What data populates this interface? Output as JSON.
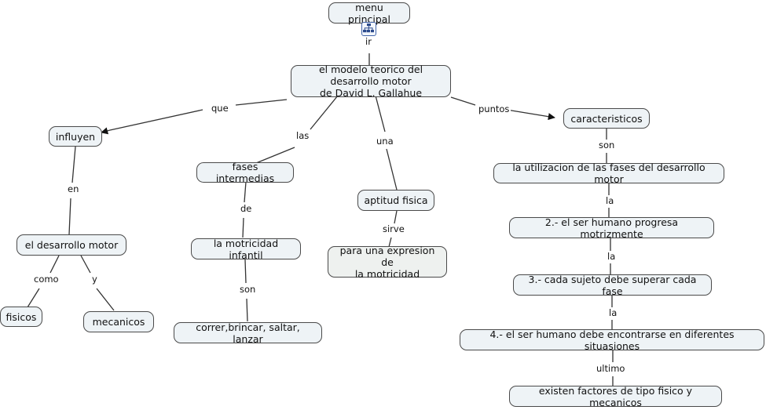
{
  "map": {
    "title": "el modelo teorico del desarrollo motor de David L. Gallahue",
    "background_color": "#ffffff",
    "node_fill": "#eef3f6",
    "node_fill_alt": "#eef1ef",
    "node_border": "#4a4a4a",
    "line_color": "#333333",
    "icon_border": "#4466aa"
  },
  "nodes": {
    "menu_principal": "menu principal",
    "central": "el modelo teorico del desarrollo motor\nde David L. Gallahue",
    "influyen": "influyen",
    "desarrollo_motor": "el desarrollo motor",
    "fisicos": "fisicos",
    "mecanicos": "mecanicos",
    "fases_intermedias": "fases intermedias",
    "motricidad_infantil": "la motricidad infantil",
    "acciones": "correr,brincar, saltar, lanzar",
    "aptitud_fisica": "aptitud fisica",
    "expresion": "para una expresion de\nla motricidad",
    "caracteristicos": "caracteristicos",
    "utilizacion": "la utilizacion de las fases del desarrollo motor",
    "punto2": "2.- el ser humano progresa motrizmente",
    "punto3": "3.- cada sujeto debe superar cada fase",
    "punto4": "4.- el ser humano debe encontrarse en diferentes situasiones",
    "factores": "existen factores de tipo fisico y mecanicos"
  },
  "link_labels": {
    "ir": "ir",
    "que": "que",
    "las": "las",
    "una": "una",
    "puntos": "puntos",
    "en": "en",
    "como": "como",
    "y": "y",
    "de": "de",
    "son_motricidad": "son",
    "sirve": "sirve",
    "son_caracteristicos": "son",
    "la1": "la",
    "la2": "la",
    "la3": "la",
    "ultimo": "ultimo"
  },
  "icons": {
    "concept_map_resource": "concept-map-icon"
  }
}
